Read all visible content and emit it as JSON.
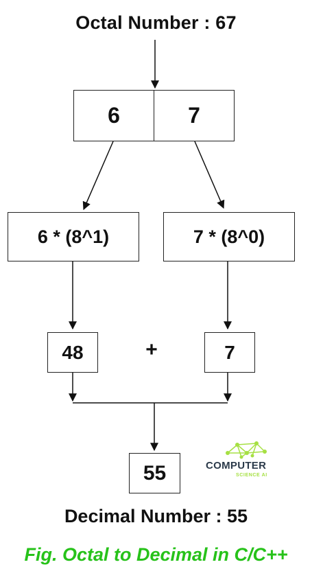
{
  "title": "Octal Number : 67",
  "digits": [
    "6",
    "7"
  ],
  "expressions": [
    "6 * (8^1)",
    "7 * (8^0)"
  ],
  "products": [
    "48",
    "7"
  ],
  "operator": "+",
  "result": "55",
  "result_label": "Decimal Number : 55",
  "caption": "Fig. Octal to Decimal in C/C++",
  "logo": {
    "line1": "COMPUTER",
    "line2": "SCIENCE AI"
  },
  "colors": {
    "caption": "#27c21a",
    "logo_accent": "#a6e043",
    "logo_text": "#2b3a4a"
  }
}
